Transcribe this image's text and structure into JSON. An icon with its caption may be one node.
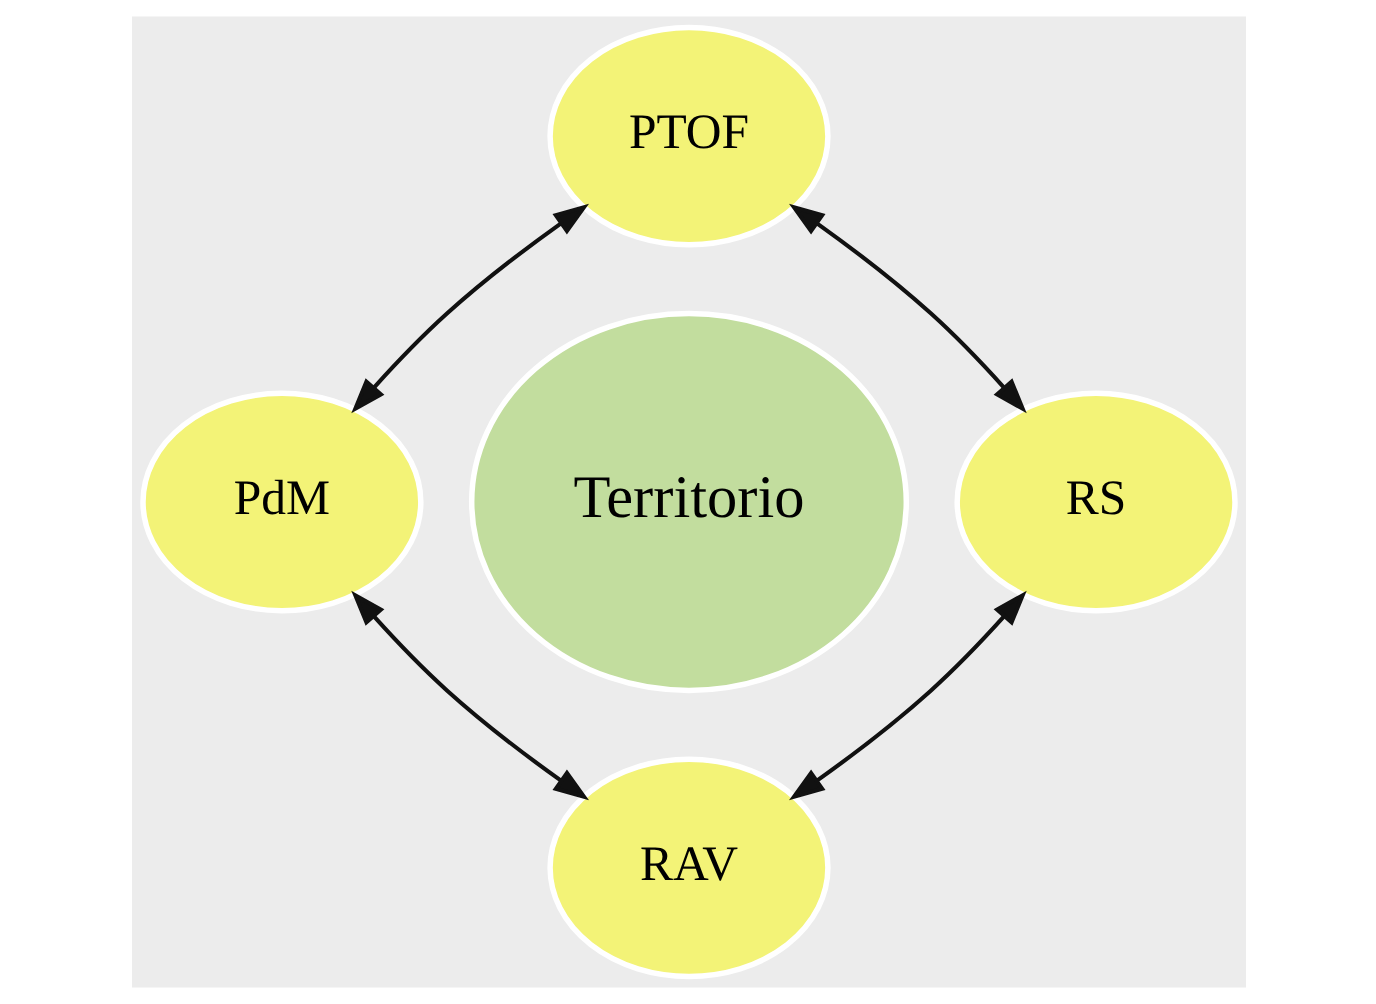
{
  "diagram": {
    "nodes": [
      {
        "text": [
          "PTOF"
        ]
      },
      {
        "text": [
          "PdM"
        ]
      },
      {
        "text": [
          "Territorio"
        ]
      },
      {
        "text": [
          "RS"
        ]
      },
      {
        "text": [
          "RAV"
        ]
      }
    ],
    "edges": [
      {
        "from": 0,
        "to": 1,
        "arrow": "both"
      },
      {
        "from": 0,
        "to": 3,
        "arrow": "both"
      },
      {
        "from": 1,
        "to": 4,
        "arrow": "both"
      },
      {
        "from": 3,
        "to": 4,
        "arrow": "both"
      }
    ]
  }
}
